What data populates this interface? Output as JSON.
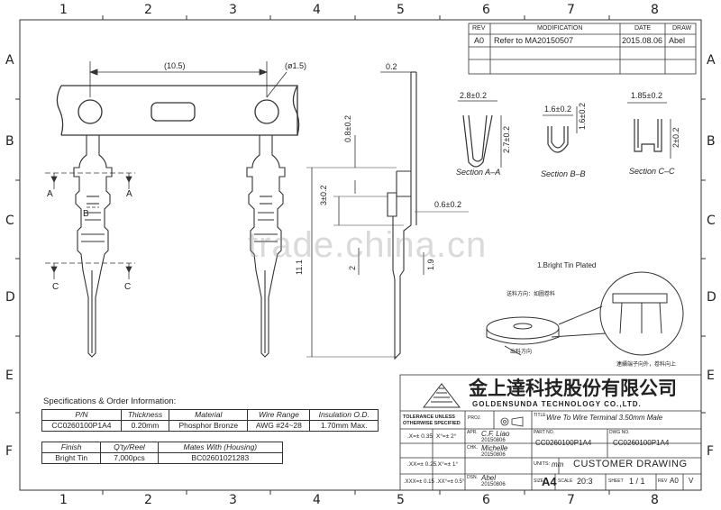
{
  "zones": {
    "cols": [
      "1",
      "2",
      "3",
      "4",
      "5",
      "6",
      "7",
      "8"
    ],
    "rows": [
      "A",
      "B",
      "C",
      "D",
      "E",
      "F"
    ]
  },
  "revision": {
    "headers": [
      "REV",
      "MODIFICATION",
      "DATE",
      "DRAW"
    ],
    "row": [
      "A0",
      "Refer to MA20150507",
      "2015.08.06",
      "Abel"
    ]
  },
  "dims": {
    "pitch": "(10.5)",
    "hole": "(ø1.5)",
    "thick": "0.2",
    "d08": "0.8±0.2",
    "d3": "3±0.2",
    "d06": "0.6±0.2",
    "d111": "11.1",
    "d2": "2",
    "d19": "1.9",
    "secA_w": "2.8±0.2",
    "secA_h": "2.7±0.2",
    "secB_w": "1.6±0.2",
    "secB_h": "1.6±0.2",
    "secC_w": "1.85±0.2",
    "secC_h": "2±0.2",
    "A": "A",
    "B": "B",
    "C": "C"
  },
  "sections": {
    "a": "Section A–A",
    "b": "Section B–B",
    "c": "Section C–C"
  },
  "tin_note": "1.Bright Tin Plated",
  "feed_note1": "送料方向：",
  "feed_note2": "如圖卷料",
  "feed_note3": "出料方向",
  "feed_note4": "連續端子向外，卷料向上",
  "watermark": "trade.china.cn",
  "specs": {
    "title": "Specifications & Order Information:",
    "h1": [
      "P/N",
      "Thickness",
      "Material",
      "Wire Range",
      "Insulation O.D."
    ],
    "r1": [
      "CC0260100P1A4",
      "0.20mm",
      "Phosphor Bronze",
      "AWG #24~28",
      "1.70mm Max."
    ],
    "h2": [
      "Finish",
      "Q'ty/Reel",
      "Mates With (Housing)"
    ],
    "r2": [
      "Bright Tin",
      "7,000pcs",
      "BC02601021283"
    ]
  },
  "title_block": {
    "company_cn": "金上達科技股份有限公司",
    "company_en": "GOLDENSUNDA TECHNOLOGY CO.,LTD.",
    "tolerance": "TOLERANCE UNLESS OTHERWISE SPECIFIED",
    "proj": "PROJ.",
    "title_lbl": "TITLE",
    "title": "Wire To Wire Terminal 3.50mm Male",
    "apr": "APR.",
    "apr_name": "C.F. Liao",
    "apr_date": "20150806",
    "chk": "CHK.",
    "chk_name": "Michelle",
    "chk_date": "20150806",
    "dsn": "DSN.",
    "dsn_name": "Abel",
    "dsn_date": "20150806",
    "tol1": ".X=± 0.35",
    "tol1b": "X°=± 2°",
    "tol2": ".XX=± 0.25",
    "tol2b": ".X°=± 1°",
    "tol3": ".XXX=± 0.15",
    "tol3b": ".XX°=± 0.5°",
    "part_lbl": "PART NO.",
    "part": "CC0260100P1A4",
    "dwg_lbl": "DWG NO.",
    "dwg": "CC0260100P1A4",
    "units_lbl": "UNITS:",
    "units": "mm",
    "customer": "CUSTOMER DRAWING",
    "size_lbl": "SIZE",
    "size": "A4",
    "scale_lbl": "SCALE",
    "scale": "20:3",
    "sheet_lbl": "SHEET",
    "sheet": "1 / 1",
    "rev_lbl": "REV",
    "rev": "A0",
    "v": "V"
  }
}
